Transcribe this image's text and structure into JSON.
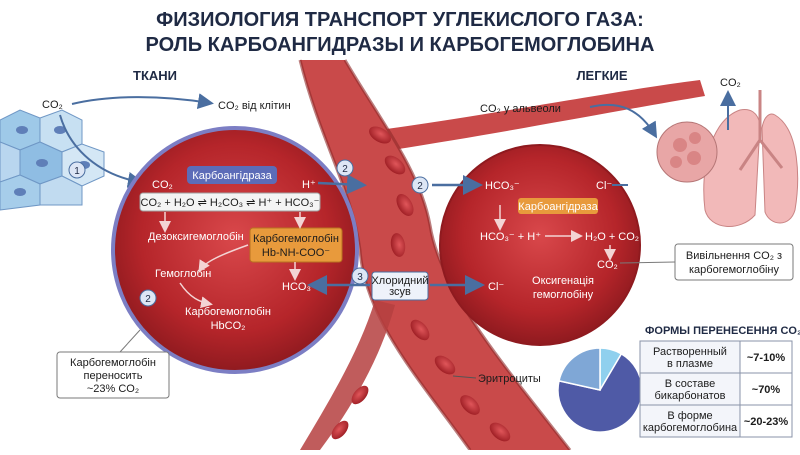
{
  "title": {
    "line1": "ФИЗИОЛОГИЯ ТРАНСПОРТ УГЛЕКИСЛОГО ГАЗА:",
    "line2": "РОЛЬ КАРБОАНГИДРАЗЫ И КАРБОГЕМОГЛОБИНА"
  },
  "tissue": {
    "header": "ТКАНИ",
    "co2_left": "CO₂",
    "co2_from_cells": "CO₂ від клітин",
    "co2_in": "CO₂",
    "h_plus": "H⁺",
    "enzyme": "Карбоангідраза",
    "equation": "CO₂ + H₂O ⇌ H₂CO₃ ⇌ H⁺ + HCO₃⁻",
    "deoxy": "Дезоксигемоглобін",
    "carbhb_top": "Карбогемоглобін",
    "carbhb_formula": "Hb-NH-COO⁻",
    "hemoglobin": "Гемоглобін",
    "hco3": "HCO₃⁻",
    "carbhb_bottom": "Карбогемоглобін",
    "hbco2": "HbCO₂",
    "callout1": "Карбогемоглобін",
    "callout2": "переносить",
    "callout3": "~23% CO₂"
  },
  "lung": {
    "header": "ЛЕГКИЕ",
    "co2_alveoli": "CO₂ у альвеоли",
    "co2_top": "CO₂",
    "hco3": "HCO₃⁻",
    "cl": "Cl⁻",
    "enzyme": "Карбоангідраза",
    "reaction_left": "HCO₃⁻ + H⁺",
    "reaction_right": "H₂O + CO₂",
    "co2": "CO₂",
    "cl_bottom": "Cl⁻",
    "oxy1": "Оксигенація",
    "oxy2": "гемоглобіну",
    "release1": "Вивільнення CO₂ з",
    "release2": "карбогемоглобіну"
  },
  "vessel": {
    "chloride1": "Хлоридний",
    "chloride2": "зсув",
    "erythrocytes": "Эритроциты"
  },
  "steps": [
    "1",
    "2",
    "2",
    "2",
    "3"
  ],
  "forms": {
    "title": "ФОРМЫ ПЕРЕНЕСЕННЯ CO₂",
    "rows": [
      {
        "label1": "Растворенный",
        "label2": "в плазме",
        "value": "~7-10%"
      },
      {
        "label1": "В составе",
        "label2": "бикарбонатов",
        "value": "~70%"
      },
      {
        "label1": "В форме",
        "label2": "карбогемоглобина",
        "value": "~20-23%"
      }
    ]
  },
  "chart_data": {
    "type": "pie",
    "categories": [
      "Растворенный в плазме",
      "В составе бикарбонатов",
      "В форме карбогемоглобина"
    ],
    "values": [
      8.5,
      70,
      21.5
    ],
    "colors": [
      "#8fd0ee",
      "#4f5aa6",
      "#7fa7d6"
    ]
  },
  "colors": {
    "title": "#1f2a44",
    "cell_red": "#c1272d",
    "vessel": "#c94a4a",
    "arrow": "#4a6ea0",
    "enzyme": "#e89a3c",
    "enzyme_blue": "#5c6cb8"
  }
}
